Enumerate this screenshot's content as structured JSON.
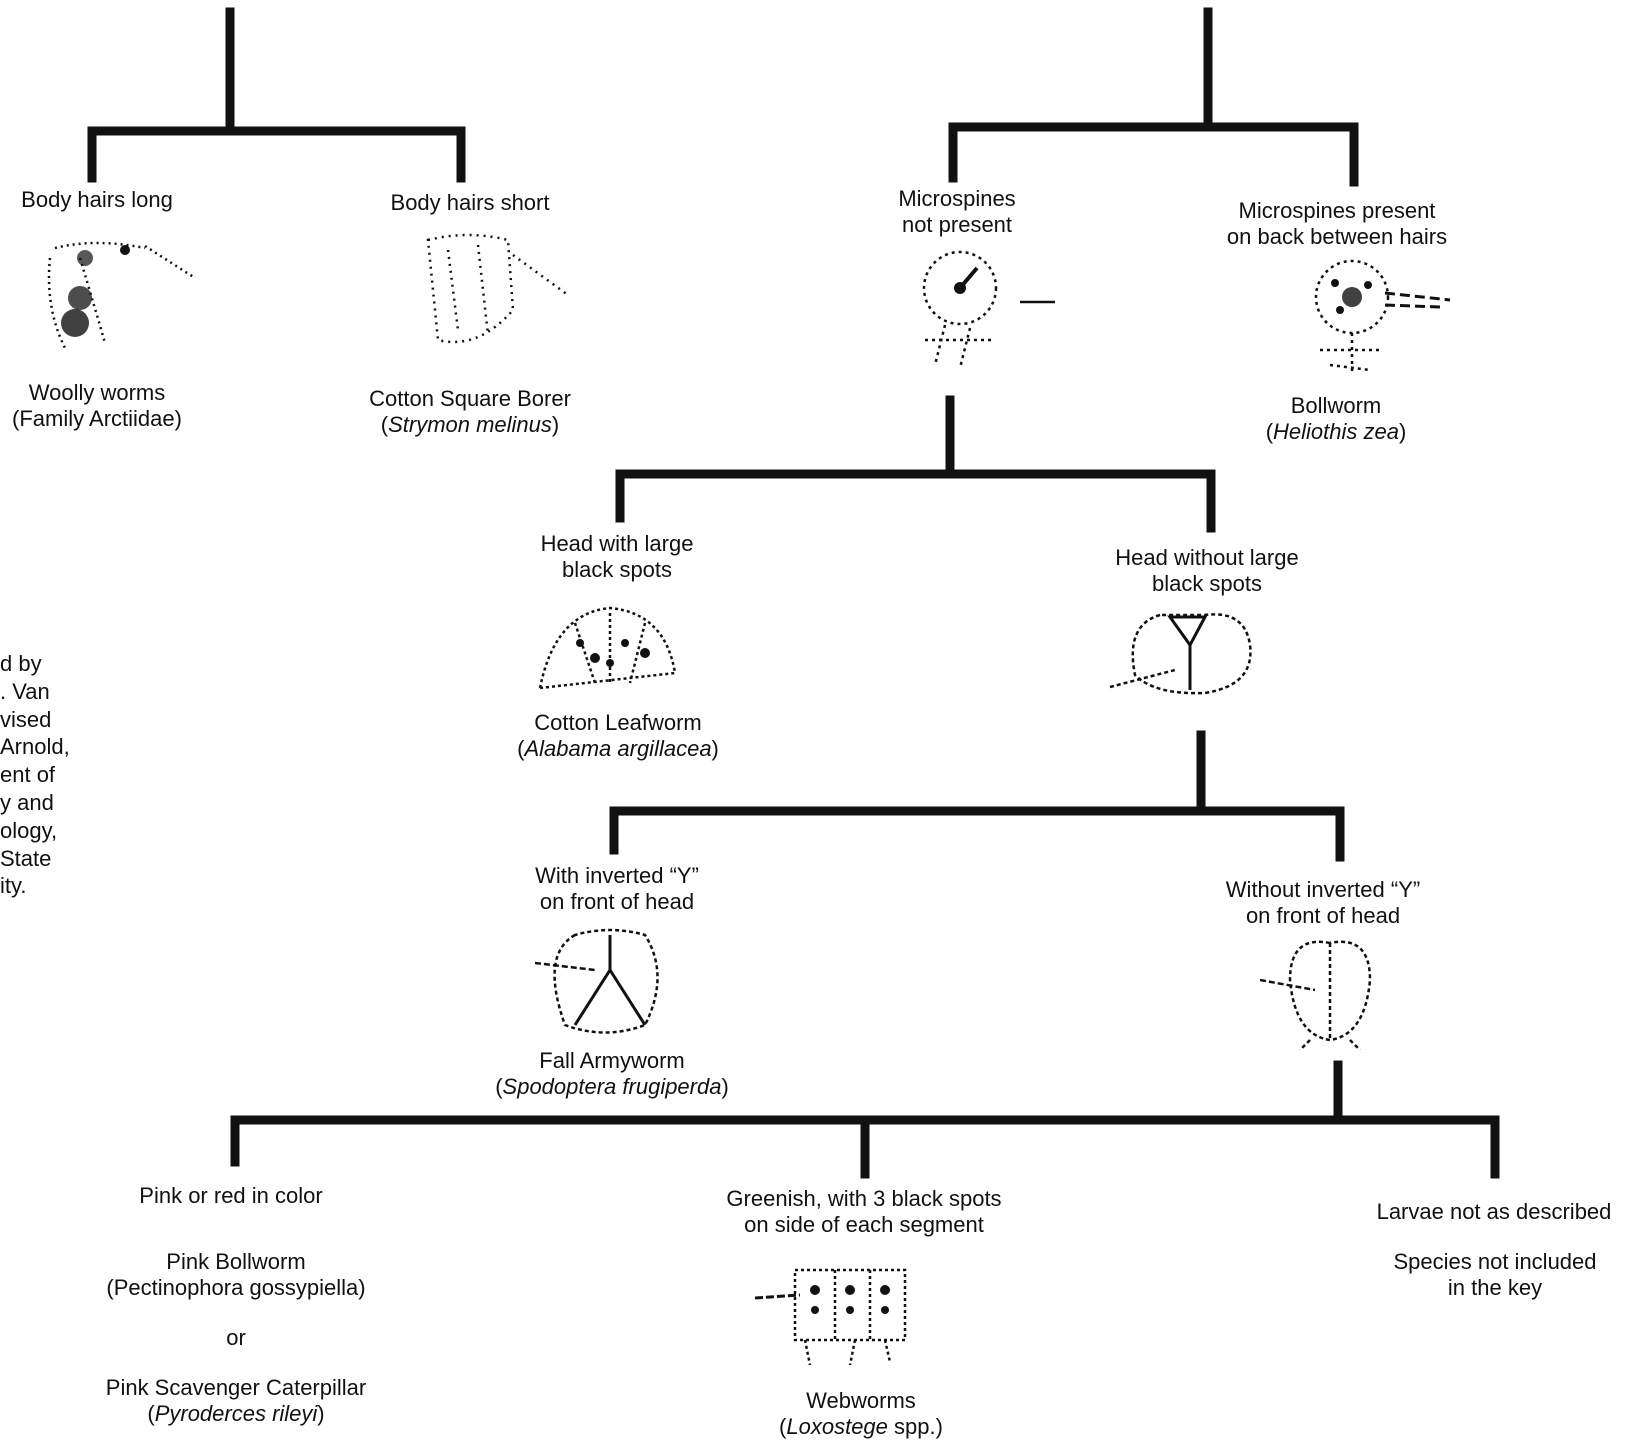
{
  "credit_lines": [
    "d by",
    ". Van",
    "vised",
    "Arnold,",
    "ent of",
    "y and",
    "ology,",
    " State",
    "ity."
  ],
  "nodes": {
    "body_hairs_long": {
      "text": "Body hairs long"
    },
    "body_hairs_short": {
      "text": "Body hairs short"
    },
    "microspines_not_present": {
      "line1": "Microspines",
      "line2": "not present"
    },
    "microspines_present": {
      "line1": "Microspines present",
      "line2": "on back between hairs"
    },
    "head_large_spots": {
      "line1": "Head with large",
      "line2": "black spots"
    },
    "head_no_large_spots": {
      "line1": "Head without large",
      "line2": "black spots"
    },
    "inverted_y": {
      "line1": "With inverted “Y”",
      "line2": "on front of head"
    },
    "no_inverted_y": {
      "line1": "Without inverted “Y”",
      "line2": "on front of head"
    },
    "pink_red": {
      "text": "Pink or red in color"
    },
    "greenish": {
      "line1": "Greenish,  with 3 black spots",
      "line2": "on side of each segment"
    },
    "not_described": {
      "text": "Larvae not as described"
    }
  },
  "species": {
    "woolly_worms": {
      "common": "Woolly worms",
      "family": "(Family Arctiidae)"
    },
    "cotton_square_borer": {
      "common": "Cotton Square Borer",
      "open": "(",
      "scientific": "Strymon melinus",
      "close": ")"
    },
    "bollworm": {
      "common": "Bollworm",
      "open": "(",
      "scientific": "Heliothis zea",
      "close": ")"
    },
    "cotton_leafworm": {
      "common": "Cotton Leafworm",
      "open": "(",
      "scientific": "Alabama argillacea",
      "close": ")"
    },
    "fall_armyworm": {
      "common": "Fall Armyworm",
      "open": "(",
      "scientific": "Spodoptera frugiperda",
      "close": ")"
    },
    "pink_bollworm": {
      "common": "Pink Bollworm",
      "scientific": "(Pectinophora gossypiella)"
    },
    "or_word": "or",
    "pink_scavenger": {
      "common": "Pink Scavenger Caterpillar",
      "open": "(",
      "scientific": "Pyroderces rileyi",
      "close": ")"
    },
    "webworms": {
      "common": "Webworms",
      "open": "(",
      "scientific": "Loxostege",
      "rest": " spp.)"
    },
    "not_included": {
      "line1": "Species not included",
      "line2": "in the key"
    }
  }
}
